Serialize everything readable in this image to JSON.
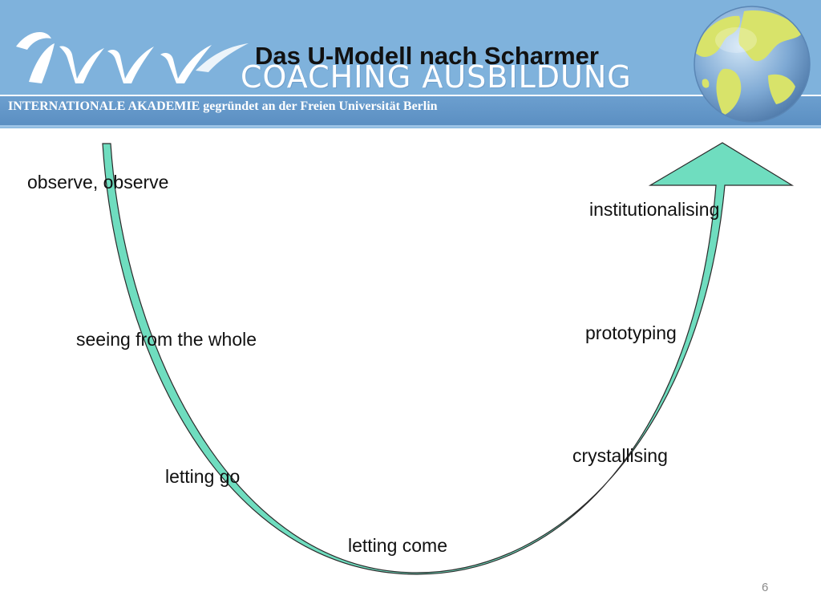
{
  "header": {
    "title": "Das U-Modell nach Scharmer",
    "brand": "COACHING AUSBILDUNG",
    "academy": "INTERNATIONALE AKADEMIE gegründet an der Freien Universität Berlin",
    "logo_icon": "iww-logo-icon",
    "globe_icon": "globe-icon"
  },
  "diagram": {
    "steps": [
      "observe, observe",
      "seeing from the whole",
      "letting go",
      "letting come",
      "crystallising",
      "prototyping",
      "institutionalising"
    ],
    "colors": {
      "u_fill": "#6fddbf",
      "u_stroke": "#2a2a2a"
    }
  },
  "footer": {
    "page_number": "6"
  }
}
